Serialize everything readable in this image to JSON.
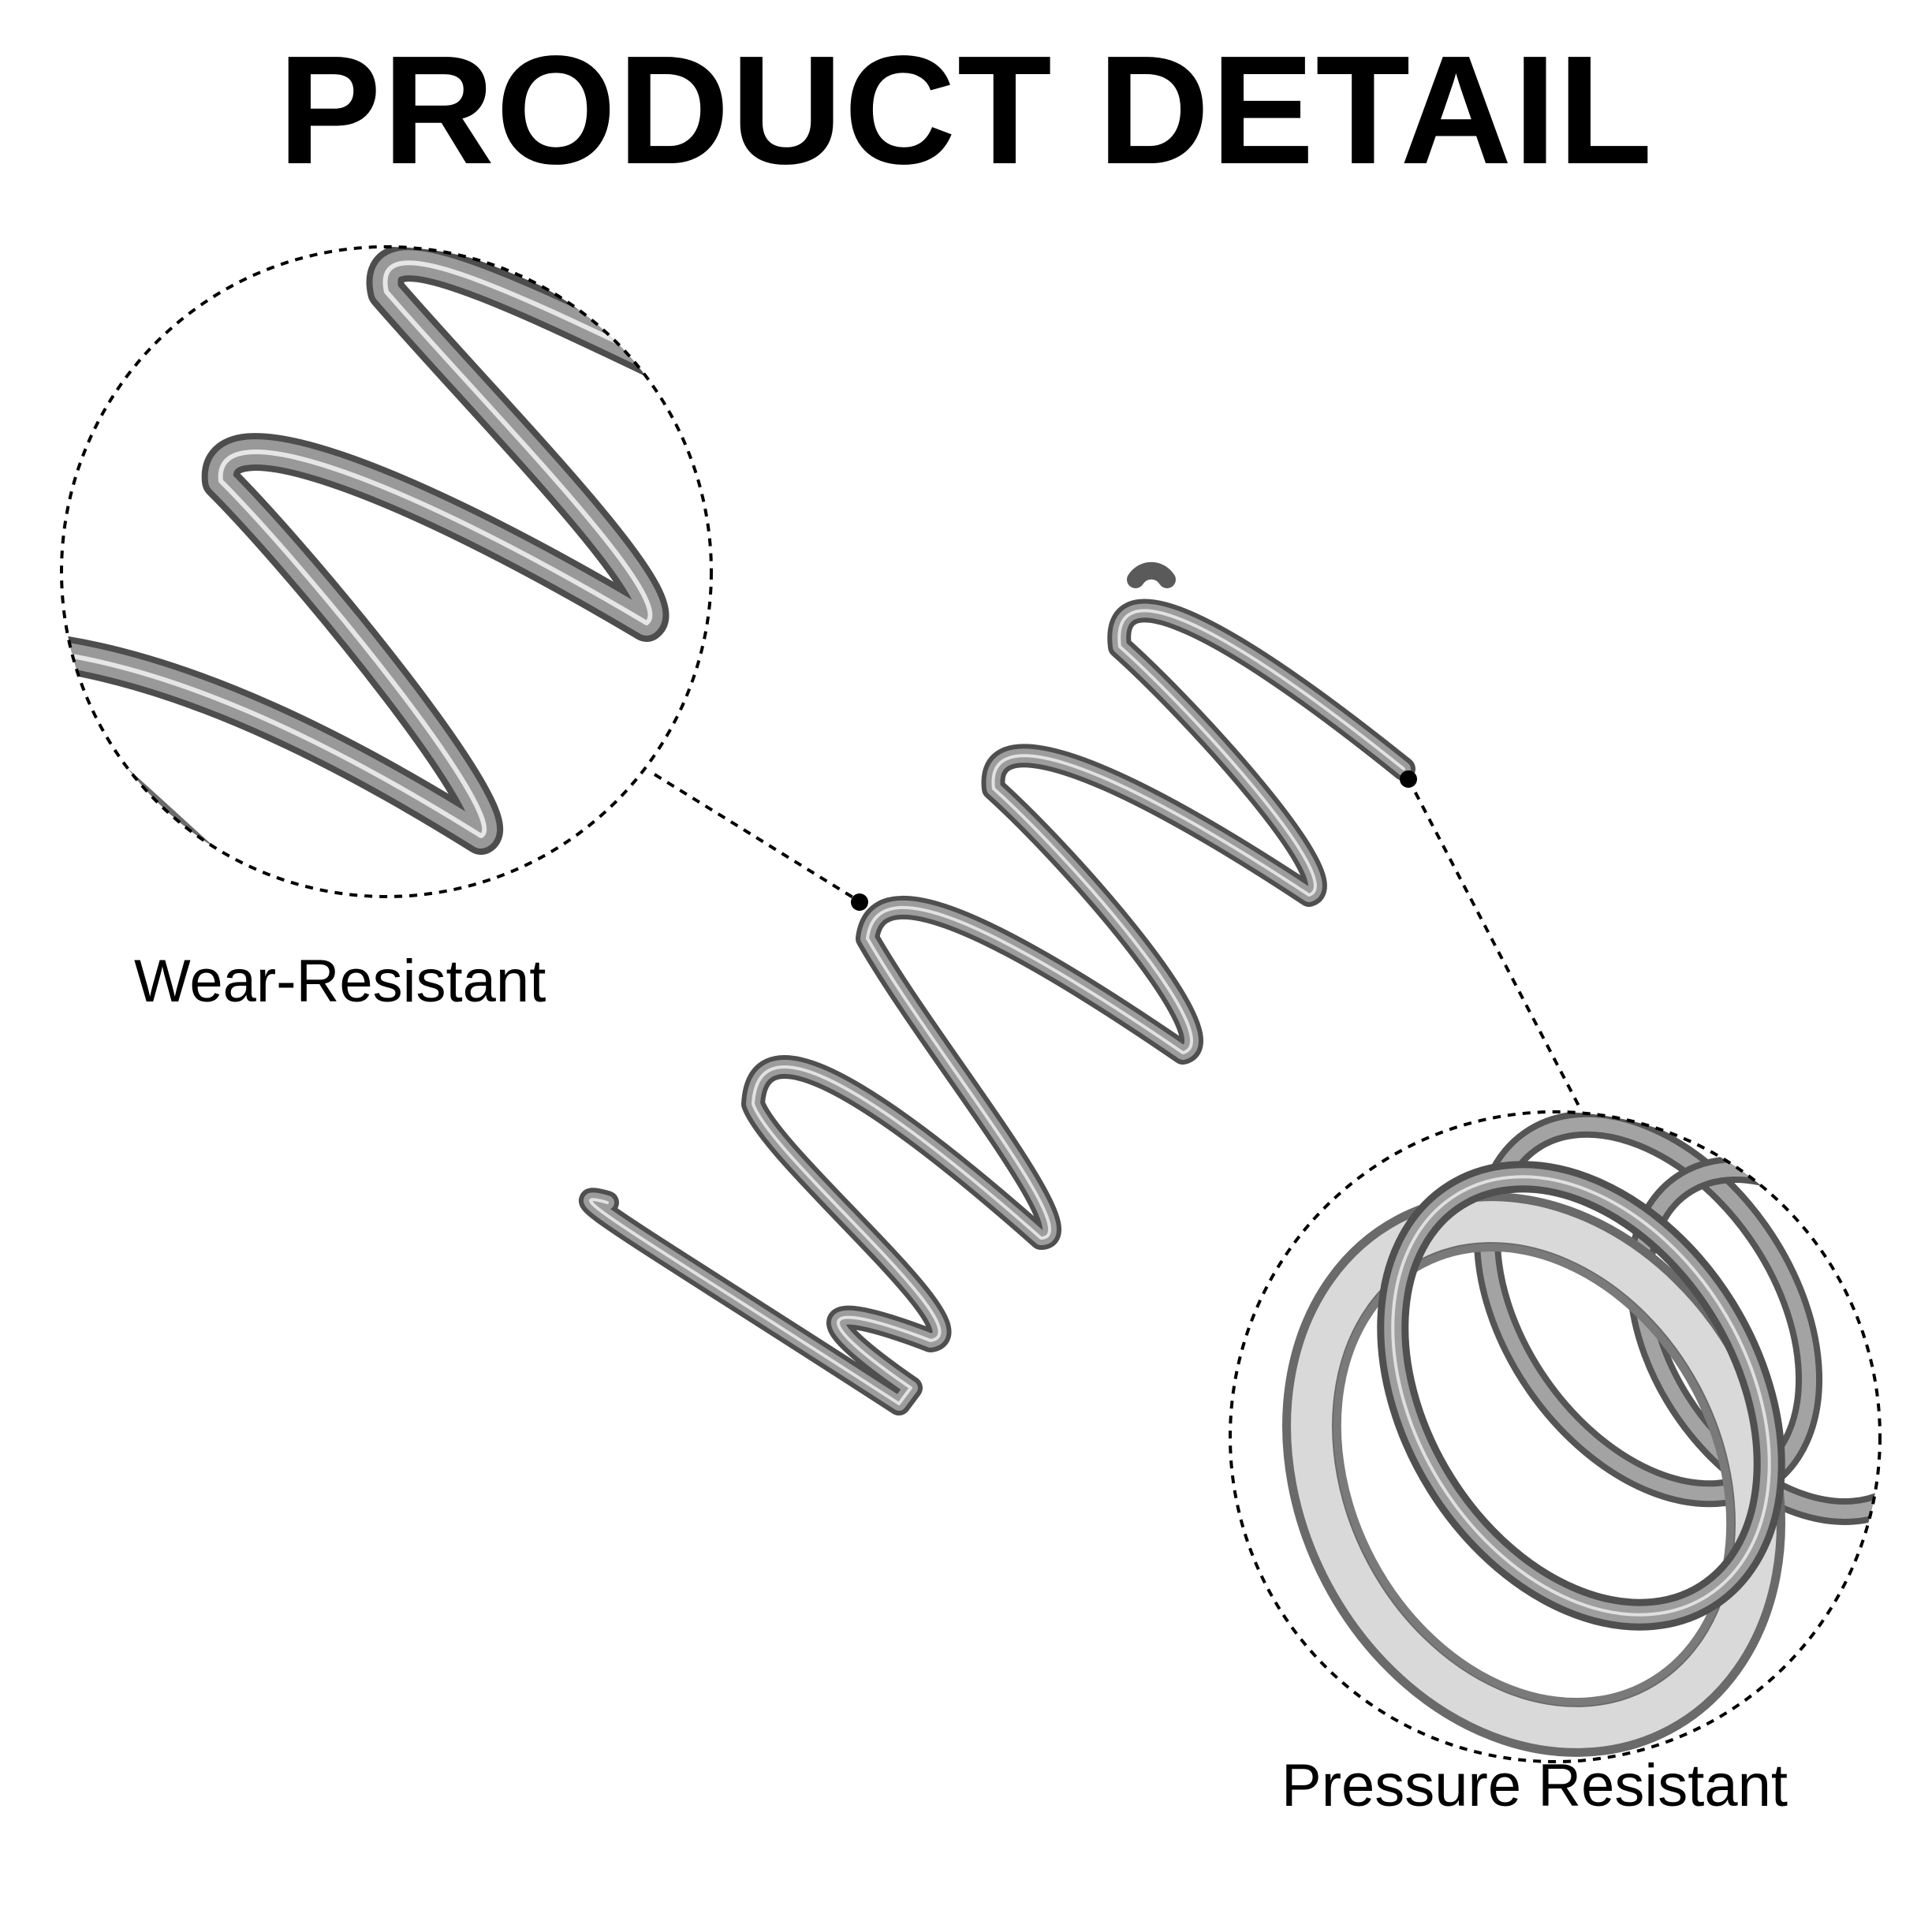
{
  "title": "PRODUCT DETAIL",
  "callouts": [
    {
      "label": "Wear-Resistant"
    },
    {
      "label": "Pressure Resistant"
    }
  ],
  "colors": {
    "background": "#ffffff",
    "text": "#000000",
    "spring_steel": "#8a8a8a",
    "spring_shadow": "#4f4f4f",
    "spring_highlight": "#e4e4e4",
    "cut_face": "#d8d8d8"
  },
  "icons": {
    "product": "compression-spring-image",
    "zoom_top": "magnified-coils-image",
    "zoom_bottom": "magnified-spring-end-image"
  }
}
